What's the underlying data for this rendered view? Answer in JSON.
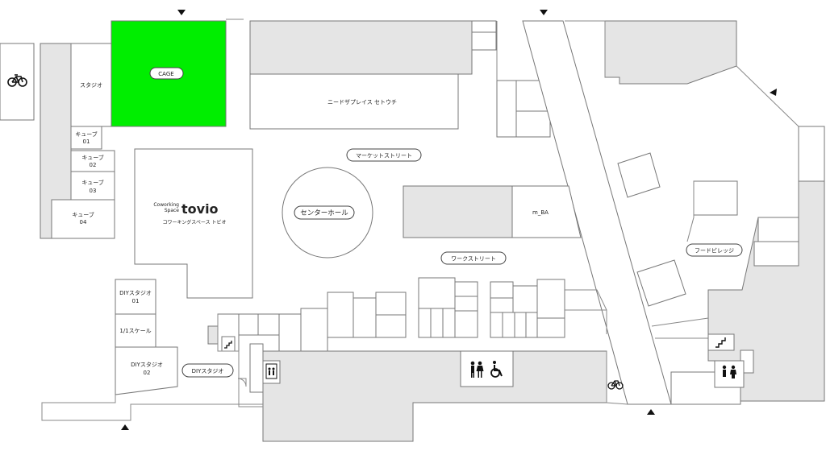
{
  "labels": {
    "studio": "スタジオ",
    "cage": "CAGE",
    "cube01": [
      "キューブ",
      "01"
    ],
    "cube02": [
      "キューブ",
      "02"
    ],
    "cube03": [
      "キューブ",
      "03"
    ],
    "cube04": [
      "キューブ",
      "04"
    ],
    "niid": "ニードザプレイス セトウチ",
    "market_street": "マーケットストリート",
    "center_hall": "センターホール",
    "coworking_small": [
      "Coworking",
      "Space"
    ],
    "tovio": "tovio",
    "coworking_jp": "コワーキングスペース トビオ",
    "mba": "m_BA",
    "work_street": "ワークストリート",
    "food_village": "フードビレッジ",
    "diy01": [
      "DIYスタジオ",
      "01"
    ],
    "scale": "1/1スケール",
    "diy02": [
      "DIYスタジオ",
      "02"
    ],
    "diy_studio": "DIYスタジオ"
  },
  "icons": [
    "bicycle",
    "restroom",
    "wheelchair",
    "elevator",
    "stairs",
    "entrance-arrow"
  ],
  "colors": {
    "cage": "#00ee00",
    "grey_area": "#e5e5e5",
    "line": "#777777"
  }
}
